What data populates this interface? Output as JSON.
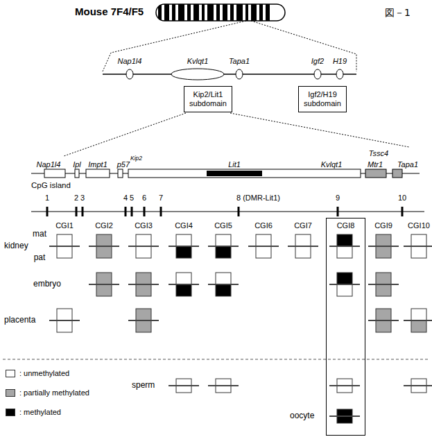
{
  "diagram": {
    "title": "Mouse 7F4/F5",
    "nodes": [
      {
        "text": [
          "Kip2/Lit1 subdomain"
        ]
      },
      {
        "text": [
          "Igf2/H19 subdomain"
        ]
      },
      {
        "text": [
          "CGI8"
        ]
      }
    ],
    "labels": [
      "図－1",
      "Nap1l4",
      "Kvlqt1",
      "Tapa1",
      "Igf2",
      "H19",
      "Nap1l4",
      "Ipl",
      "Impt1",
      "p57",
      "Kip2",
      "Lit1",
      "Kvlqt1",
      "Tssc4",
      "Mtr1",
      "Tapa1",
      "CpG island",
      "1",
      "2",
      "3",
      "4",
      "5",
      "6",
      "7",
      "8 (DMR-Lit1)",
      "9",
      "10",
      "CGI1",
      "CGI2",
      "CGI3",
      "CGI4",
      "CGI5",
      "CGI6",
      "CGI7",
      "CGI9",
      "CGI10",
      "mat",
      "kidney",
      "pat",
      "embryo",
      "placenta",
      "sperm",
      "oocyte"
    ],
    "legend": [
      {
        "text": ": unmethylated",
        "color": "#ffffff"
      },
      {
        "text": ": partially methylated",
        "color": "#a6a6a6"
      },
      {
        "text": ": methylated",
        "color": "#000000"
      }
    ]
  }
}
